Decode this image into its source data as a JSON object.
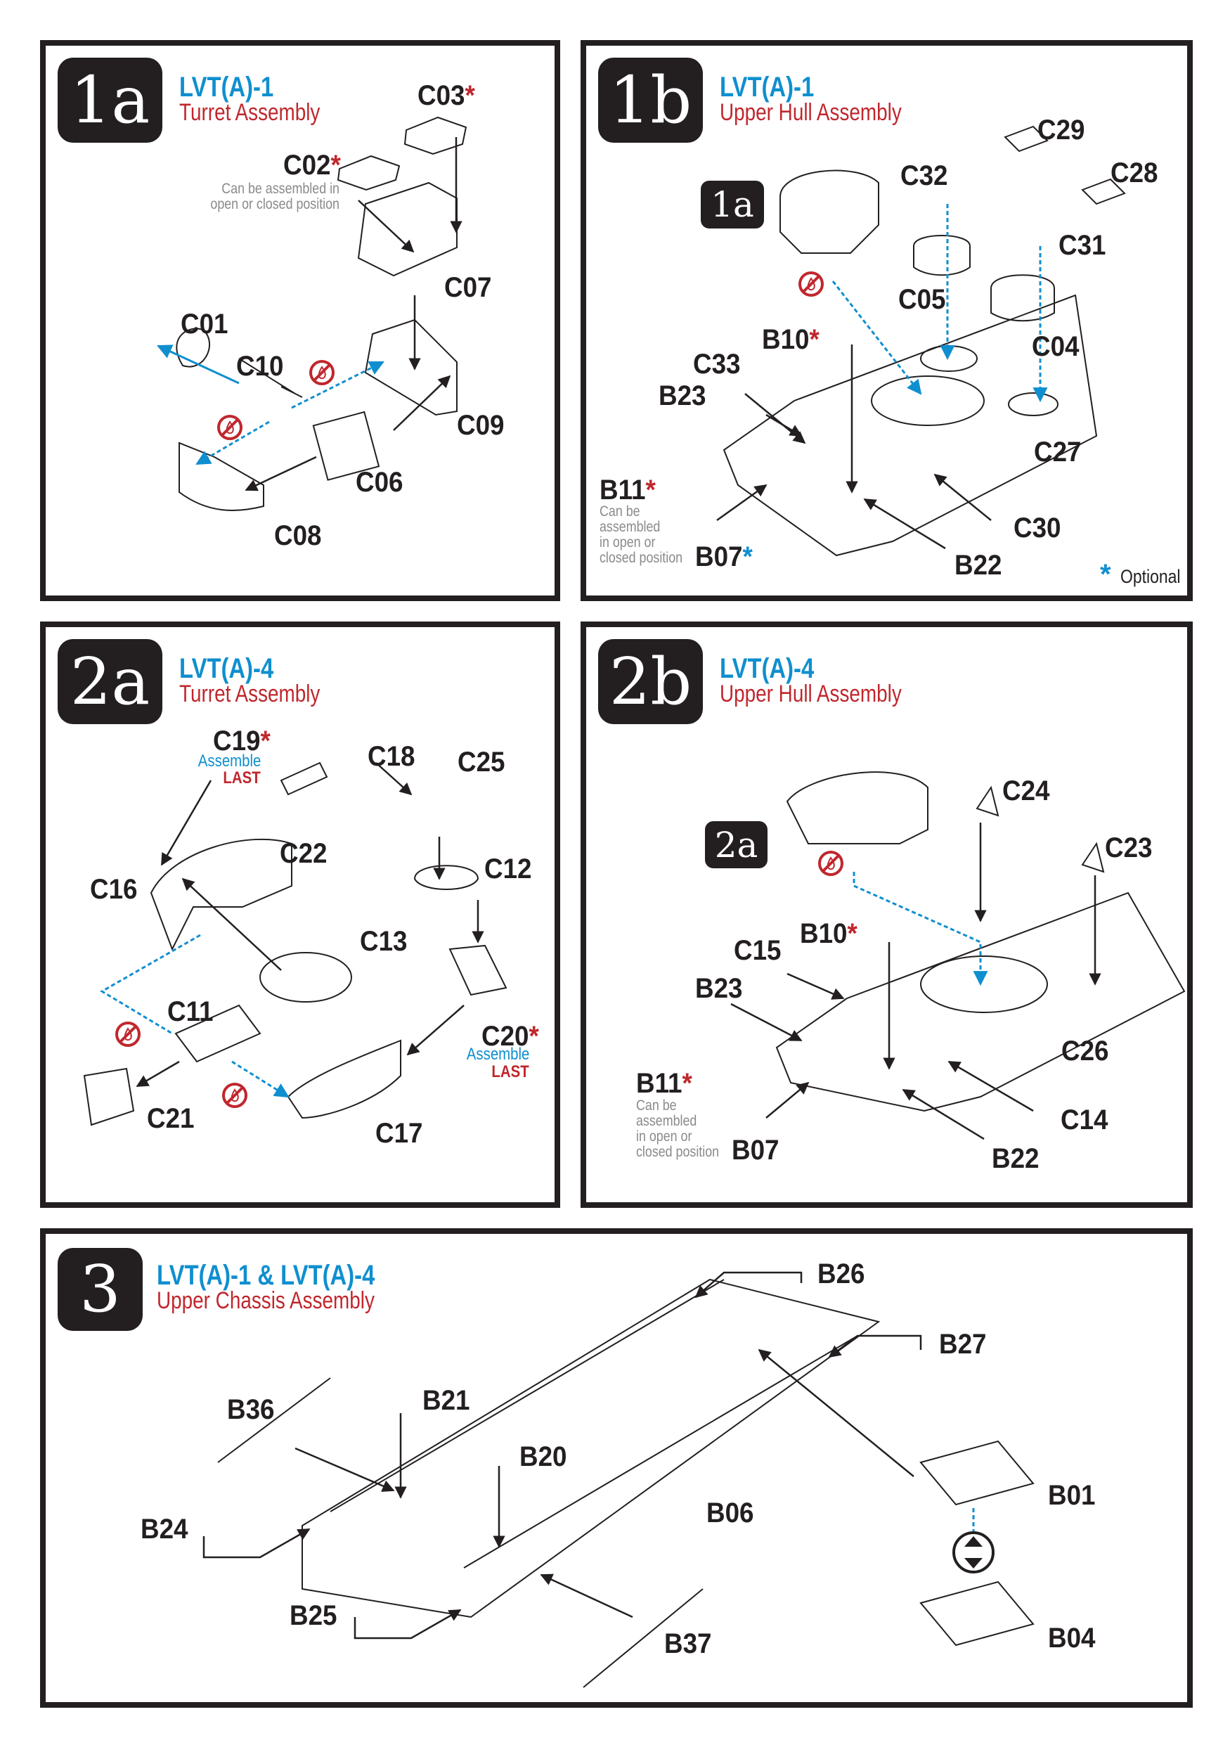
{
  "colors": {
    "border": "#231f20",
    "accent_blue": "#0f8fcf",
    "accent_red": "#c0272d",
    "note_gray": "#8a8a8a"
  },
  "step1a": {
    "badge": "1a",
    "title": "LVT(A)-1",
    "subtitle": "Turret Assembly",
    "parts": {
      "C03": "C03",
      "C02": "C02",
      "C07": "C07",
      "C01": "C01",
      "C10": "C10",
      "C09": "C09",
      "C06": "C06",
      "C08": "C08"
    },
    "note_line1": "Can be assembled in",
    "note_line2": "open or closed position"
  },
  "step1b": {
    "badge": "1b",
    "title": "LVT(A)-1",
    "subtitle": "Upper Hull Assembly",
    "ref_badge": "1a",
    "parts": {
      "C29": "C29",
      "C32": "C32",
      "C28": "C28",
      "C31": "C31",
      "C05": "C05",
      "C04": "C04",
      "B10": "B10",
      "C33": "C33",
      "B23": "B23",
      "C27": "C27",
      "B11": "B11",
      "C30": "C30",
      "B07": "B07",
      "B22": "B22"
    },
    "note": [
      "Can be",
      "assembled",
      "in open or",
      "closed position"
    ],
    "legend": "Optional"
  },
  "step2a": {
    "badge": "2a",
    "title": "LVT(A)-4",
    "subtitle": "Turret Assembly",
    "parts": {
      "C19": "C19",
      "C18": "C18",
      "C25": "C25",
      "C22": "C22",
      "C12": "C12",
      "C16": "C16",
      "C13": "C13",
      "C11": "C11",
      "C20": "C20",
      "C21": "C21",
      "C17": "C17"
    },
    "assemble": "Assemble",
    "last": "LAST"
  },
  "step2b": {
    "badge": "2b",
    "title": "LVT(A)-4",
    "subtitle": "Upper Hull Assembly",
    "ref_badge": "2a",
    "parts": {
      "C24": "C24",
      "C23": "C23",
      "B10": "B10",
      "C15": "C15",
      "B23": "B23",
      "C26": "C26",
      "B11": "B11",
      "C14": "C14",
      "B07": "B07",
      "B22": "B22"
    },
    "note": [
      "Can be",
      "assembled",
      "in open or",
      "closed position"
    ]
  },
  "step3": {
    "badge": "3",
    "title": "LVT(A)-1 & LVT(A)-4",
    "subtitle": "Upper Chassis Assembly",
    "parts": {
      "B26": "B26",
      "B27": "B27",
      "B21": "B21",
      "B36": "B36",
      "B20": "B20",
      "B01": "B01",
      "B06": "B06",
      "B24": "B24",
      "B04": "B04",
      "B25": "B25",
      "B37": "B37"
    }
  },
  "symbols": {
    "asterisk": "*",
    "no_glue_icon": "no-glue-icon",
    "flip_icon": "flip-over-icon"
  }
}
